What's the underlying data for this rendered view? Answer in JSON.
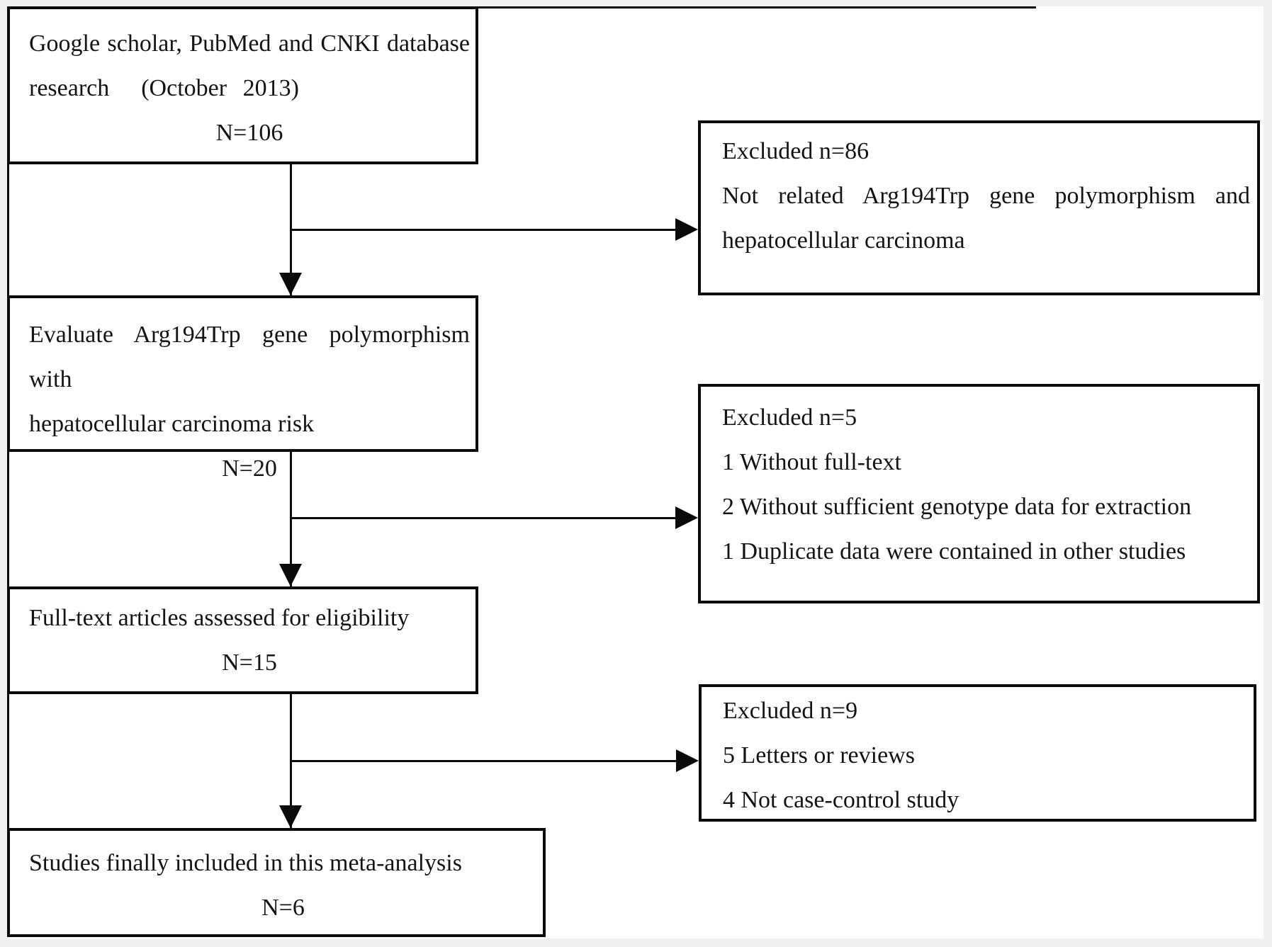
{
  "figure": {
    "type": "study-selection-flowchart",
    "colors": {
      "background": "#f0f0f0",
      "paper": "#ffffff",
      "line": "#0a0a0a",
      "text": "#141414"
    },
    "boxes": {
      "l1": {
        "line1": "Google scholar, PubMed and CNKI database",
        "line2": "research  (October 2013)",
        "count": "N=106"
      },
      "l2": {
        "line1": "Evaluate Arg194Trp gene polymorphism with",
        "line2": "hepatocellular carcinoma risk",
        "count": "N=20"
      },
      "l3": {
        "line1": "Full-text articles assessed for eligibility",
        "count": "N=15"
      },
      "l4": {
        "line1": "Studies finally included in this meta-analysis",
        "count": "N=6"
      },
      "r1": {
        "title": "Excluded n=86",
        "line1": "Not related Arg194Trp gene polymorphism and",
        "line2": "hepatocellular carcinoma"
      },
      "r2": {
        "title": "Excluded n=5",
        "items": [
          "1 Without full-text",
          "2 Without sufficient genotype data for extraction",
          "1 Duplicate data were contained in other studies"
        ]
      },
      "r3": {
        "title": "Excluded n=9",
        "items": [
          "5 Letters or reviews",
          "4 Not case-control study"
        ]
      }
    }
  }
}
